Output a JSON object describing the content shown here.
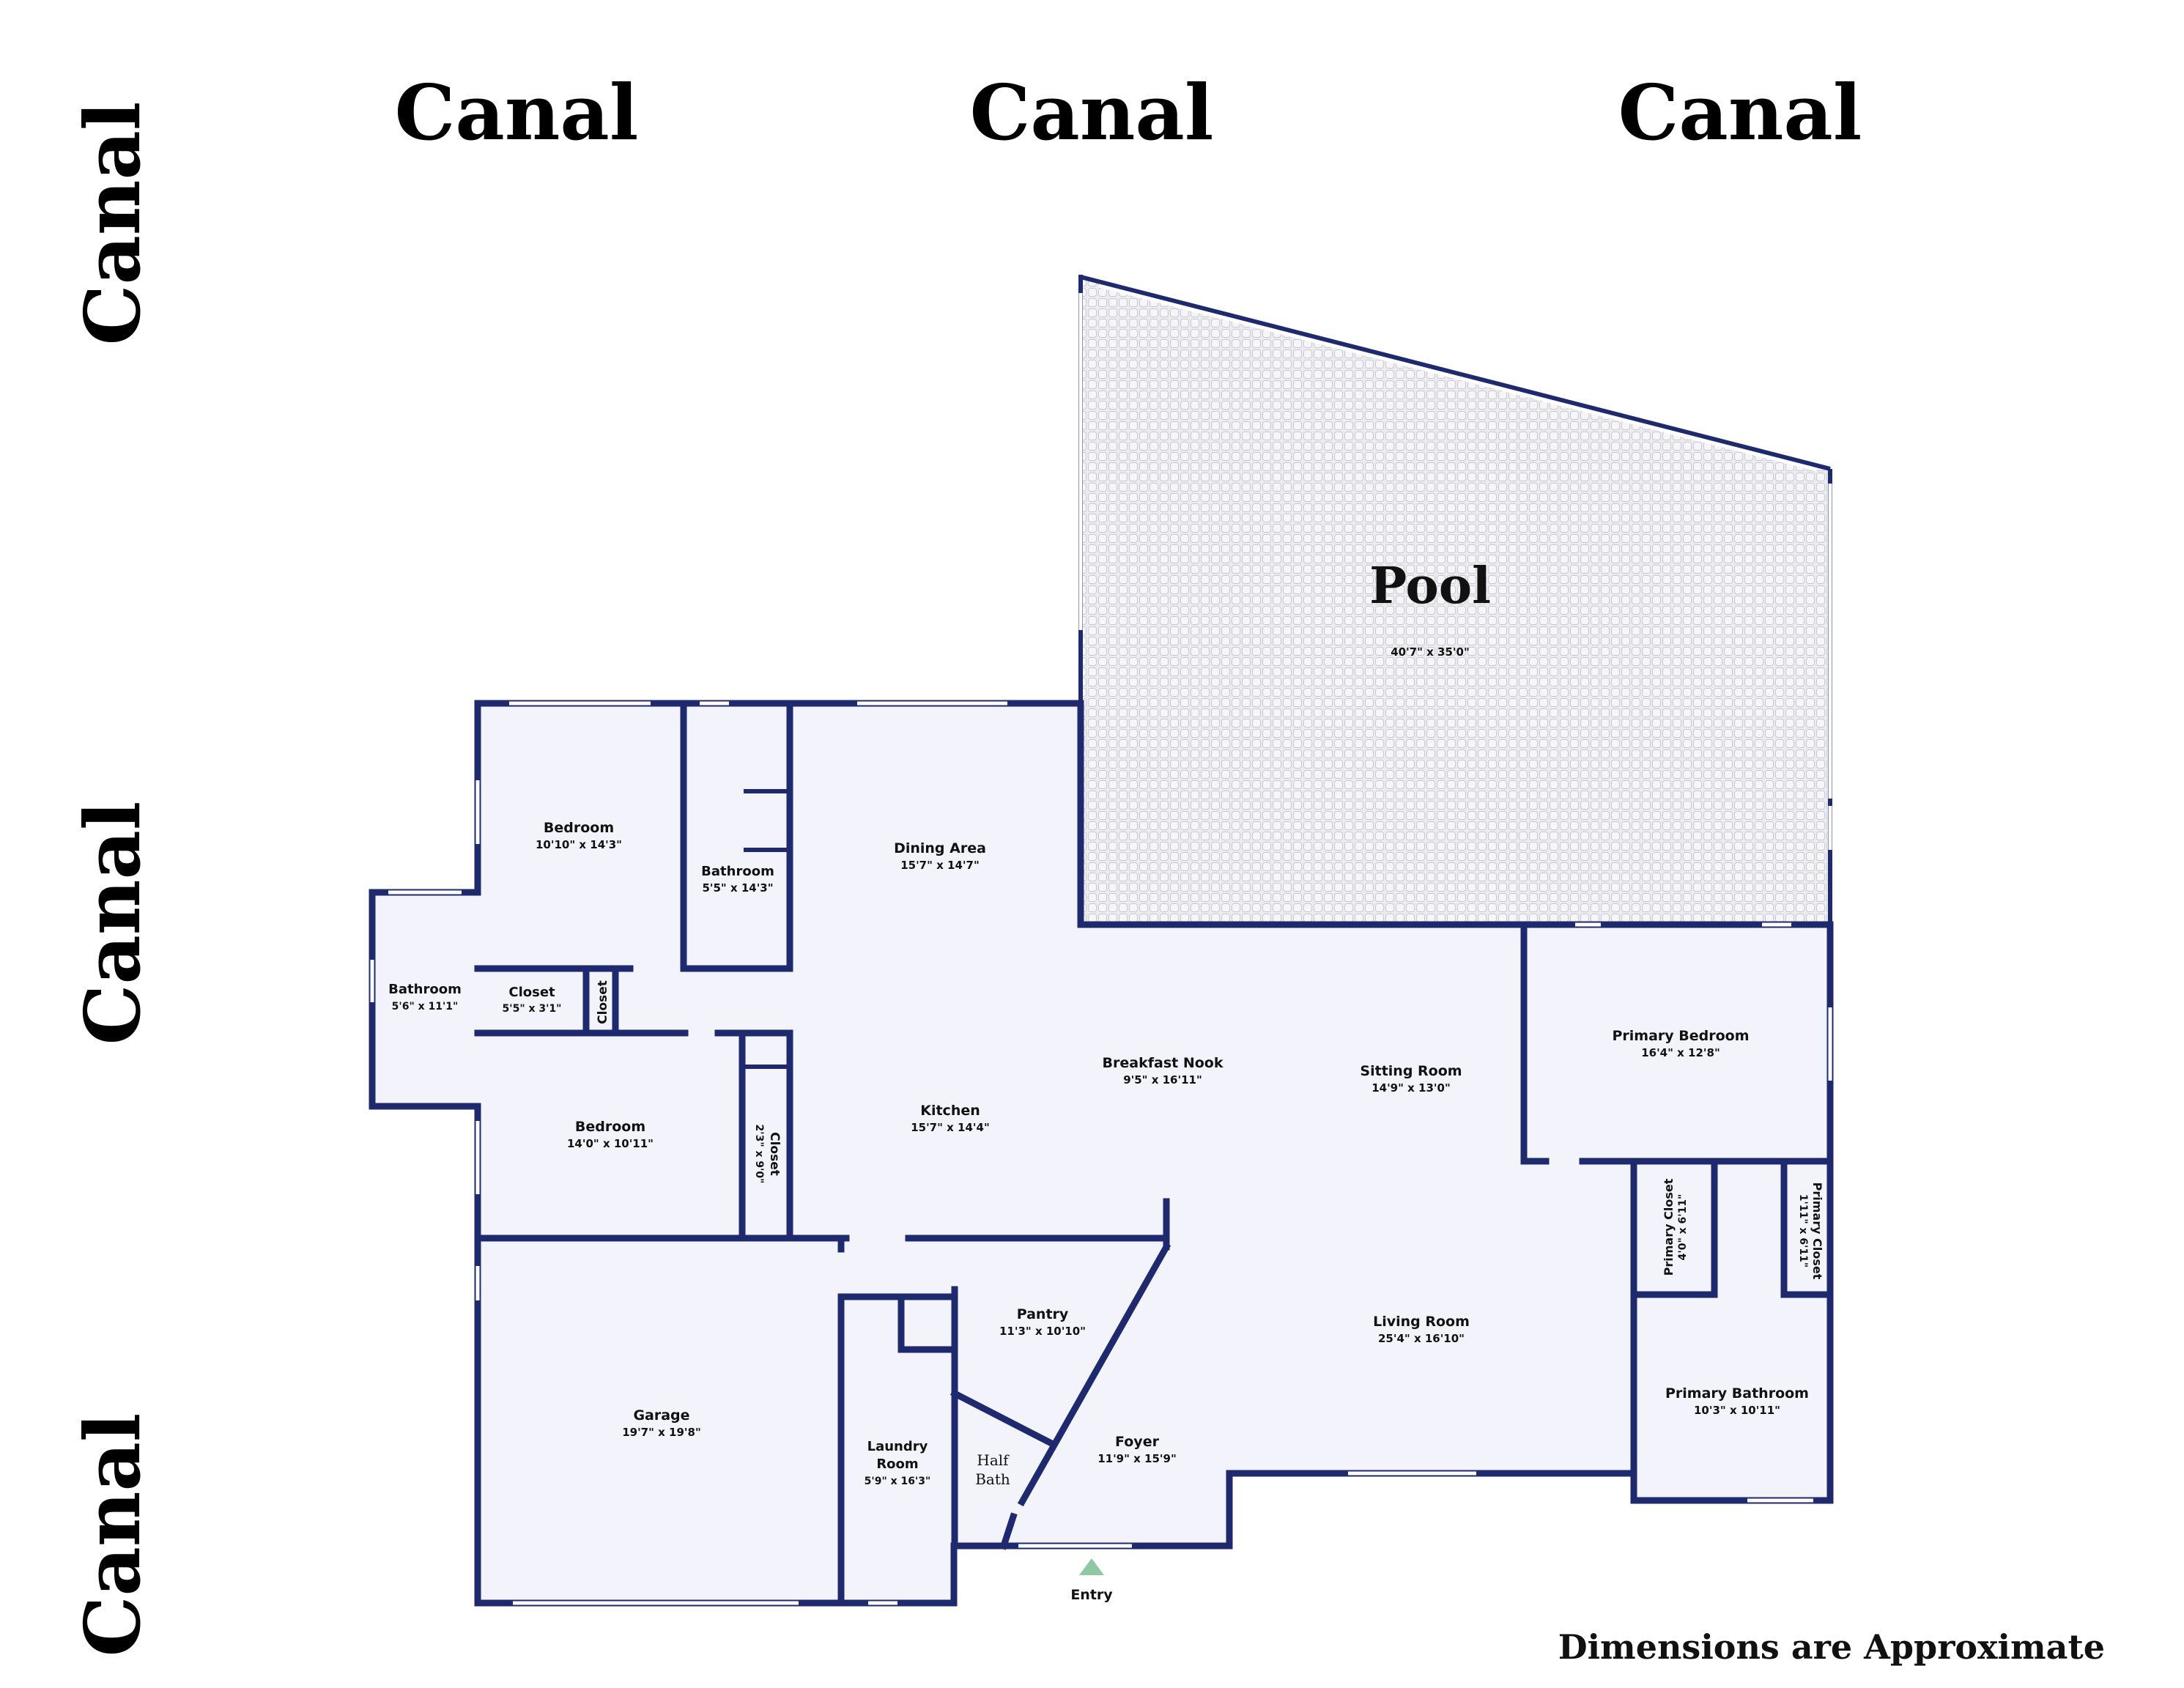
{
  "canals": {
    "top_left": "Canal",
    "top_center": "Canal",
    "top_right": "Canal",
    "left_upper": "Canal",
    "left_middle": "Canal",
    "left_lower": "Canal"
  },
  "pool": {
    "name": "Pool",
    "dims": "40'7\" x 35'0\""
  },
  "rooms": {
    "bedroom_top": {
      "name": "Bedroom",
      "dims": "10'10\" x 14'3\""
    },
    "bathroom_top": {
      "name": "Bathroom",
      "dims": "5'5\" x 14'3\""
    },
    "dining": {
      "name": "Dining Area",
      "dims": "15'7\" x 14'7\""
    },
    "bathroom_left": {
      "name": "Bathroom",
      "dims": "5'6\" x 11'1\""
    },
    "closet_a": {
      "name": "Closet",
      "dims": "5'5\" x 3'1\""
    },
    "closet_b": {
      "name": "Closet"
    },
    "bedroom_bottom": {
      "name": "Bedroom",
      "dims": "14'0\" x 10'11\""
    },
    "closet_c": {
      "name": "Closet",
      "dims": "2'3\" x 9'0\""
    },
    "kitchen": {
      "name": "Kitchen",
      "dims": "15'7\" x 14'4\""
    },
    "breakfast": {
      "name": "Breakfast Nook",
      "dims": "9'5\" x 16'11\""
    },
    "sitting": {
      "name": "Sitting Room",
      "dims": "14'9\" x 13'0\""
    },
    "primary_bedroom": {
      "name": "Primary Bedroom",
      "dims": "16'4\" x 12'8\""
    },
    "primary_closet_a": {
      "name": "Primary Closet",
      "dims": "4'0\" x 6'11\""
    },
    "primary_closet_b": {
      "name": "Primary Closet",
      "dims": "1'11\" x 6'11\""
    },
    "pantry": {
      "name": "Pantry",
      "dims": "11'3\" x 10'10\""
    },
    "living": {
      "name": "Living Room",
      "dims": "25'4\" x 16'10\""
    },
    "garage": {
      "name": "Garage",
      "dims": "19'7\" x 19'8\""
    },
    "laundry": {
      "name_line1": "Laundry",
      "name_line2": "Room",
      "dims": "5'9\" x 16'3\""
    },
    "half_bath": {
      "name_line1": "Half",
      "name_line2": "Bath"
    },
    "foyer": {
      "name": "Foyer",
      "dims": "11'9\" x 15'9\""
    },
    "primary_bathroom": {
      "name": "Primary Bathroom",
      "dims": "10'3\" x 10'11\""
    }
  },
  "entry": {
    "label": "Entry"
  },
  "footer": {
    "note": "Dimensions are Approximate"
  },
  "colors": {
    "wall": "#1f2a6e",
    "floor": "#f3f4fb",
    "pool_fill": "#e9e9ee",
    "entry_marker": "#8fc9a3"
  }
}
